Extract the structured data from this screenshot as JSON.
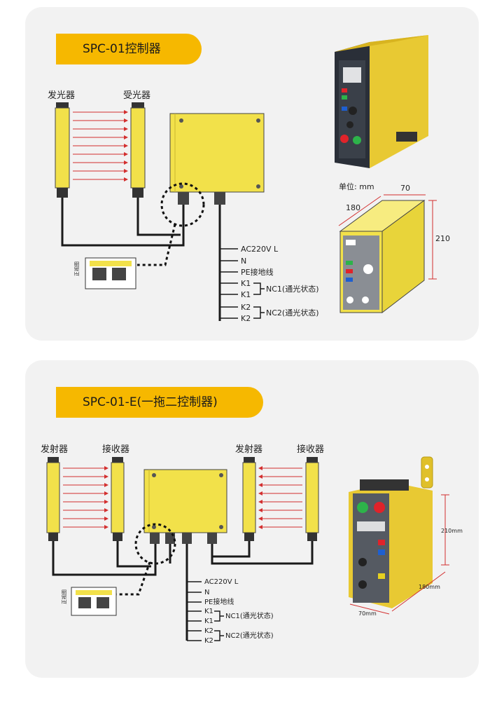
{
  "colors": {
    "yellow": "#f2e14a",
    "accent": "#f6b800",
    "beam": "#d32f2f",
    "wire": "#1a1a1a"
  },
  "section1": {
    "title": "SPC-01控制器",
    "emitter_label": "发光器",
    "receiver_label": "受光器",
    "connector_label": "正视图",
    "wires": [
      "AC220V L",
      "N",
      "PE接地线",
      "K1",
      "K1",
      "K2",
      "K2"
    ],
    "nc1_label": "NC1(通光状态)",
    "nc2_label": "NC2(通光状态)",
    "dims": {
      "unit": "单位: mm",
      "width": "70",
      "depth": "180",
      "height": "210"
    }
  },
  "section2": {
    "title": "SPC-01-E(一拖二控制器)",
    "emitter_label_left": "发射器",
    "receiver_label_left": "接收器",
    "emitter_label_right": "发射器",
    "receiver_label_right": "接收器",
    "connector_label": "正视图",
    "wires": [
      "AC220V L",
      "N",
      "PE接地线",
      "K1",
      "K1",
      "K2",
      "K2"
    ],
    "nc1_label": "NC1(通光状态)",
    "nc2_label": "NC2(通光状态)",
    "dims": {
      "height": "210mm",
      "depth": "180mm",
      "width": "70mm"
    }
  }
}
